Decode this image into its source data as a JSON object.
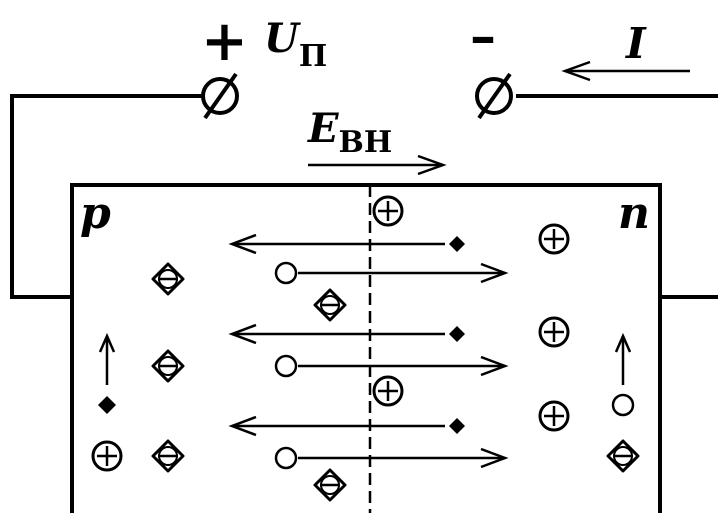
{
  "labels": {
    "plus_sign": "+",
    "minus_sign": "–",
    "voltage_symbol": "U",
    "voltage_subscript": "П",
    "current_symbol": "I",
    "field_symbol": "E",
    "field_subscript": "ВН",
    "p_region": "p",
    "n_region": "n"
  },
  "colors": {
    "ink": "#000000",
    "background": "#ffffff"
  }
}
